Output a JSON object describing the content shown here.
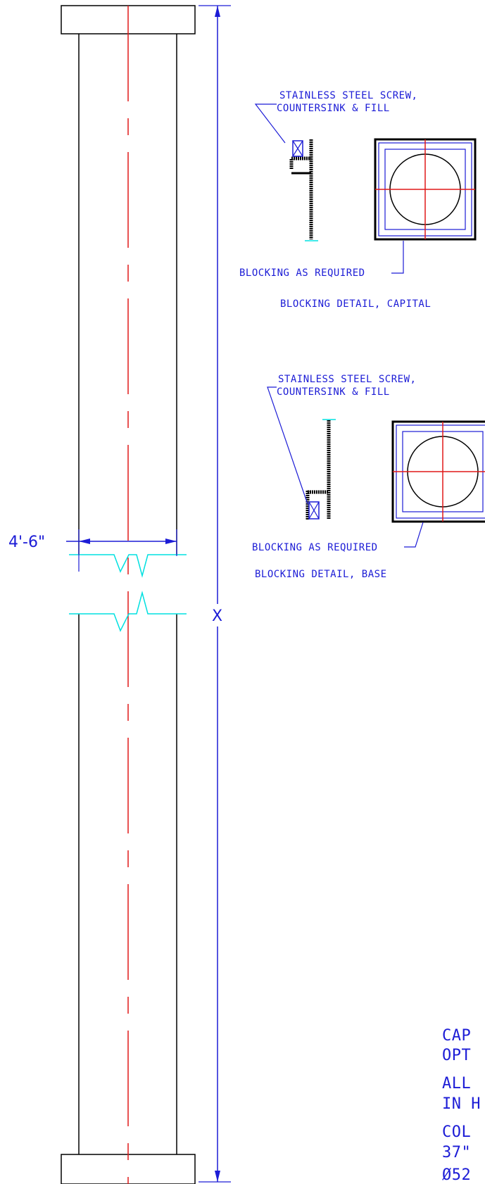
{
  "dimensions": {
    "width_label": "4'-6\"",
    "height_label": "X"
  },
  "capital_detail": {
    "screw_note_line1": "STAINLESS STEEL SCREW,",
    "screw_note_line2": "COUNTERSINK & FILL",
    "blocking_note": "BLOCKING AS REQUIRED",
    "title": "BLOCKING DETAIL, CAPITAL"
  },
  "base_detail": {
    "screw_note_line1": "STAINLESS STEEL SCREW,",
    "screw_note_line2": "COUNTERSINK & FILL",
    "blocking_note": "BLOCKING AS REQUIRED",
    "title": "BLOCKING DETAIL, BASE"
  },
  "notes": {
    "line1": "CAP",
    "line2": "OPT",
    "line3": "ALL",
    "line4": "IN H",
    "line5": "COL",
    "line6": "37\"",
    "line7": "Ø52"
  },
  "colors": {
    "outline": "#000000",
    "centerline": "#e01818",
    "annotation": "#1c1cd6",
    "break_line": "#00e0e0"
  }
}
